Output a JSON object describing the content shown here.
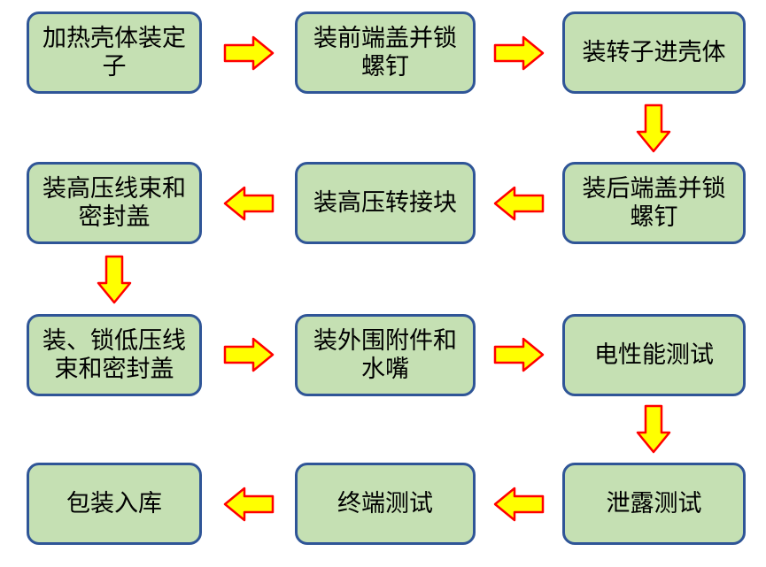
{
  "diagram": {
    "type": "flowchart",
    "description": "Assembly process flow, serpentine left-to-right then right-to-left",
    "boxes": [
      {
        "step": 1,
        "label": "加热壳体装定子"
      },
      {
        "step": 2,
        "label": "装前端盖并锁螺钉"
      },
      {
        "step": 3,
        "label": "装转子进壳体"
      },
      {
        "step": 4,
        "label": "装后端盖并锁螺钉"
      },
      {
        "step": 5,
        "label": "装高压转接块"
      },
      {
        "step": 6,
        "label": "装高压线束和密封盖"
      },
      {
        "step": 7,
        "label": "装、锁低压线束和密封盖"
      },
      {
        "step": 8,
        "label": "装外围附件和水嘴"
      },
      {
        "step": 9,
        "label": "电性能测试"
      },
      {
        "step": 10,
        "label": "泄露测试"
      },
      {
        "step": 11,
        "label": "终端测试"
      },
      {
        "step": 12,
        "label": "包装入库"
      }
    ],
    "arrows": [
      {
        "from": 1,
        "to": 2,
        "direction": "right"
      },
      {
        "from": 2,
        "to": 3,
        "direction": "right"
      },
      {
        "from": 3,
        "to": 4,
        "direction": "down"
      },
      {
        "from": 4,
        "to": 5,
        "direction": "left"
      },
      {
        "from": 5,
        "to": 6,
        "direction": "left"
      },
      {
        "from": 6,
        "to": 7,
        "direction": "down"
      },
      {
        "from": 7,
        "to": 8,
        "direction": "right"
      },
      {
        "from": 8,
        "to": 9,
        "direction": "right"
      },
      {
        "from": 9,
        "to": 10,
        "direction": "down"
      },
      {
        "from": 10,
        "to": 11,
        "direction": "left"
      },
      {
        "from": 11,
        "to": 12,
        "direction": "left"
      }
    ],
    "colors": {
      "box_fill": "#C5E0B3",
      "box_border": "#2F5597",
      "arrow_fill": "#FFFF00",
      "arrow_border": "#FF0000",
      "text": "#000000",
      "background": "#FFFFFF"
    }
  }
}
